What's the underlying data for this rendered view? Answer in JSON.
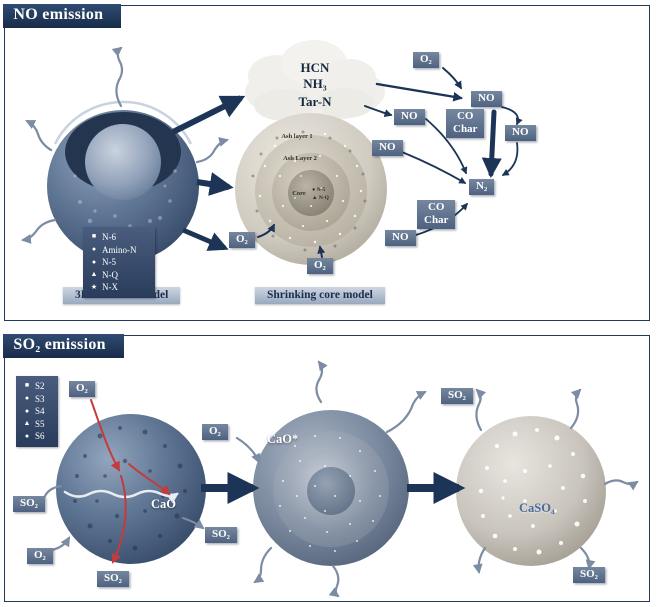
{
  "no_panel": {
    "title": "NO emission",
    "cloud": {
      "l1": "HCN",
      "l2": "NH₃",
      "l3": "Tar-N"
    },
    "legend": {
      "items": [
        {
          "marker": "■",
          "label": "N-6"
        },
        {
          "marker": "●",
          "label": "Amino-N"
        },
        {
          "marker": "●",
          "label": "N-5"
        },
        {
          "marker": "▲",
          "label": "N-Q"
        },
        {
          "marker": "★",
          "label": "N-X"
        }
      ]
    },
    "captions": {
      "left": "3D diffusion model",
      "right": "Shrinking core model"
    },
    "core": {
      "ash1": "Ash layer 1",
      "ash2": "Ash Layer 2",
      "core": "Core",
      "n5": "● N-5",
      "nq": "▲ N-Q"
    }
  },
  "so2_panel": {
    "title": "SO₂ emission",
    "legend": {
      "items": [
        {
          "marker": "■",
          "label": "S2"
        },
        {
          "marker": "●",
          "label": "S3"
        },
        {
          "marker": "●",
          "label": "S4"
        },
        {
          "marker": "▲",
          "label": "S5"
        },
        {
          "marker": "●",
          "label": "S6"
        }
      ]
    },
    "species": {
      "cao": "CaO",
      "cao_star": "CaO*",
      "caso4": "CaSO₄"
    }
  },
  "labels": {
    "o2": "O₂",
    "no": "NO",
    "n2": "N₂",
    "co": "CO",
    "char": "Char",
    "so2": "SO₂"
  }
}
